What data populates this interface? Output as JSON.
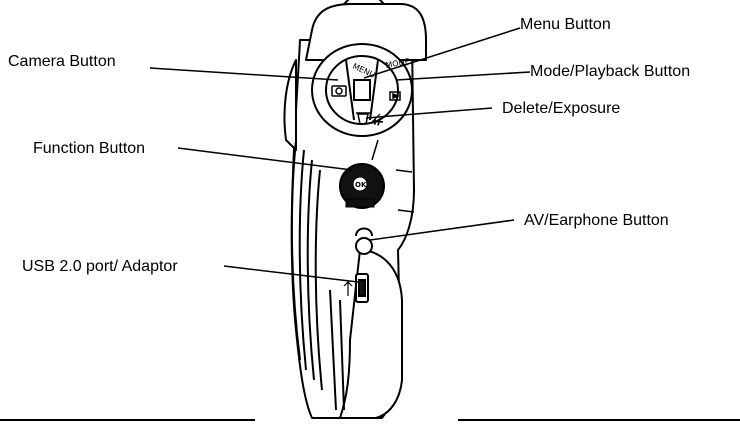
{
  "labels": {
    "camera": "Camera Button",
    "menu": "Menu Button",
    "mode": "Mode/Playback Button",
    "delete": "Delete/Exposure",
    "function": "Function Button",
    "av": "AV/Earphone Button",
    "usb": "USB 2.0 port/ Adaptor"
  },
  "device_markings": {
    "menu_key": "MENU",
    "mode_key": "MODE",
    "ok_key": "OK"
  },
  "colors": {
    "ink": "#000000",
    "body_fill": "#ffffff",
    "dark_fill": "#111111"
  },
  "icons": [
    "camera-icon",
    "playback-icon",
    "trash-icon",
    "exposure-icon",
    "headphone-icon",
    "usb-icon"
  ]
}
